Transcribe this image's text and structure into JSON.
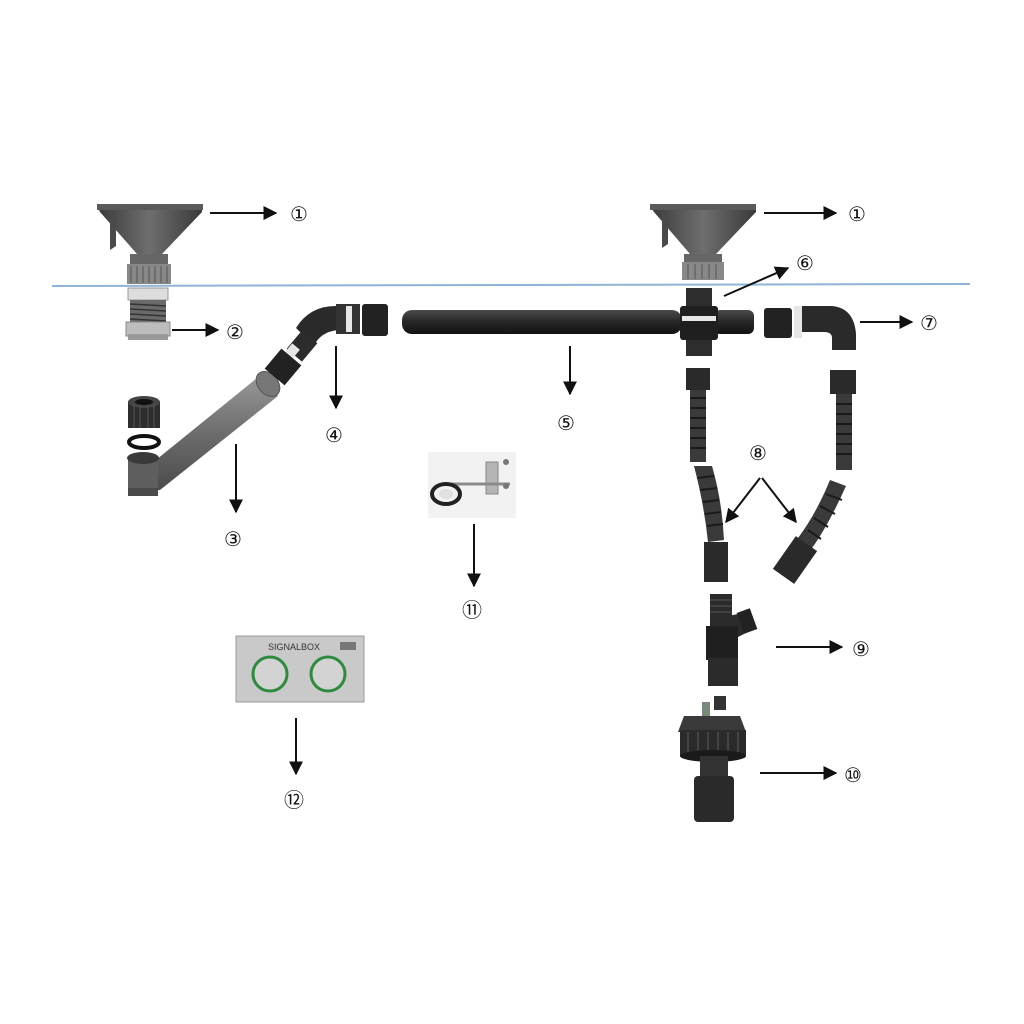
{
  "callouts": {
    "funnel_left": "①",
    "funnel_right": "①",
    "adapter": "②",
    "pipe_elbow": "③",
    "elbow_joint": "④",
    "main_pipe": "⑤",
    "tee_connector": "⑥",
    "end_elbow": "⑦",
    "flex_hoses": "⑧",
    "y_connector": "⑨",
    "tank_cap": "⑩",
    "bracket": "⑪",
    "signal_box": "⑫"
  },
  "signal_box": {
    "brand_text": "SIGNALBOX"
  },
  "colors": {
    "water_line": "#8fb4d8",
    "part_dark": "#2b2b2b",
    "part_mid": "#555555",
    "part_grey": "#7a7a7a",
    "ring_white": "#e6e6e6",
    "plate": "#c9c9c9",
    "plate_ring": "#2e8b3e",
    "arrow": "#111111"
  }
}
